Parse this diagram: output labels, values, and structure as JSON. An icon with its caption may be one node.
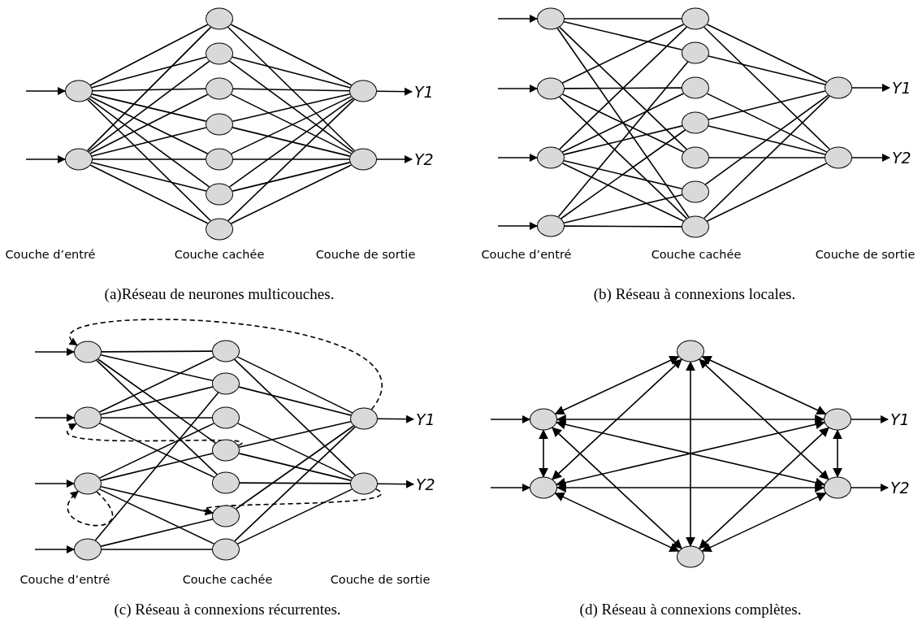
{
  "diagram": {
    "nodes": [
      {
        "text": [],
        "shape": "circle"
      },
      {
        "text": [],
        "shape": "circle"
      },
      {
        "text": [],
        "shape": "circle"
      },
      {
        "text": [],
        "shape": "circle"
      },
      {
        "text": [],
        "shape": "circle"
      },
      {
        "text": [],
        "shape": "circle"
      },
      {
        "text": [],
        "shape": "circle"
      },
      {
        "text": [],
        "shape": "circle"
      },
      {
        "text": [],
        "shape": "circle"
      },
      {
        "text": [],
        "shape": "circle"
      },
      {
        "text": [],
        "shape": "circle"
      },
      {
        "text": [
          "Y1"
        ]
      },
      {
        "text": [
          "Y2"
        ]
      },
      {
        "text": [],
        "shape": "circle"
      },
      {
        "text": [],
        "shape": "circle"
      },
      {
        "text": [],
        "shape": "circle"
      },
      {
        "text": [],
        "shape": "circle"
      },
      {
        "text": [],
        "shape": "circle"
      },
      {
        "text": [],
        "shape": "circle"
      },
      {
        "text": [],
        "shape": "circle"
      },
      {
        "text": [],
        "shape": "circle"
      },
      {
        "text": [],
        "shape": "circle"
      },
      {
        "text": [],
        "shape": "circle"
      },
      {
        "text": [],
        "shape": "circle"
      },
      {
        "text": [],
        "shape": "circle"
      },
      {
        "text": [],
        "shape": "circle"
      },
      {
        "text": [
          "Y1"
        ]
      },
      {
        "text": [
          "Y2"
        ]
      },
      {
        "text": [],
        "shape": "circle"
      },
      {
        "text": [],
        "shape": "circle"
      },
      {
        "text": [],
        "shape": "circle"
      },
      {
        "text": [],
        "shape": "circle"
      },
      {
        "text": [],
        "shape": "circle"
      },
      {
        "text": [],
        "shape": "circle"
      },
      {
        "text": [],
        "shape": "circle"
      },
      {
        "text": [],
        "shape": "circle"
      },
      {
        "text": [],
        "shape": "circle"
      },
      {
        "text": [],
        "shape": "circle"
      },
      {
        "text": [],
        "shape": "circle"
      },
      {
        "text": [],
        "shape": "circle"
      },
      {
        "text": [],
        "shape": "circle"
      },
      {
        "text": [
          "Y1"
        ]
      },
      {
        "text": [
          "Y2"
        ]
      },
      {
        "text": [],
        "shape": "circle"
      },
      {
        "text": [],
        "shape": "circle"
      },
      {
        "text": [],
        "shape": "circle"
      },
      {
        "text": [
          "Y1"
        ]
      },
      {
        "text": [],
        "shape": "circle"
      },
      {
        "text": [],
        "shape": "circle"
      },
      {
        "text": [
          "Y2"
        ]
      },
      {
        "text": [],
        "shape": "circle"
      }
    ],
    "edges": [
      {
        "from": null,
        "to": 0,
        "arrow": "to"
      },
      {
        "from": null,
        "to": 1,
        "arrow": "to"
      },
      {
        "from": 0,
        "to": 2,
        "arrow": "none"
      },
      {
        "from": 0,
        "to": 3,
        "arrow": "none"
      },
      {
        "from": 0,
        "to": 4,
        "arrow": "none"
      },
      {
        "from": 0,
        "to": 5,
        "arrow": "none"
      },
      {
        "from": 0,
        "to": 6,
        "arrow": "none"
      },
      {
        "from": 0,
        "to": 7,
        "arrow": "none"
      },
      {
        "from": 0,
        "to": 8,
        "arrow": "none"
      },
      {
        "from": 1,
        "to": 2,
        "arrow": "none"
      },
      {
        "from": 1,
        "to": 3,
        "arrow": "none"
      },
      {
        "from": 1,
        "to": 4,
        "arrow": "none"
      },
      {
        "from": 1,
        "to": 5,
        "arrow": "none"
      },
      {
        "from": 1,
        "to": 6,
        "arrow": "none"
      },
      {
        "from": 1,
        "to": 7,
        "arrow": "none"
      },
      {
        "from": 1,
        "to": 8,
        "arrow": "none"
      },
      {
        "from": 2,
        "to": 9,
        "arrow": "none"
      },
      {
        "from": 2,
        "to": 10,
        "arrow": "none"
      },
      {
        "from": 3,
        "to": 9,
        "arrow": "none"
      },
      {
        "from": 3,
        "to": 10,
        "arrow": "none"
      },
      {
        "from": 4,
        "to": 9,
        "arrow": "none"
      },
      {
        "from": 4,
        "to": 10,
        "arrow": "none"
      },
      {
        "from": 5,
        "to": 9,
        "arrow": "none"
      },
      {
        "from": 5,
        "to": 10,
        "arrow": "none"
      },
      {
        "from": 6,
        "to": 9,
        "arrow": "none"
      },
      {
        "from": 6,
        "to": 10,
        "arrow": "none"
      },
      {
        "from": 7,
        "to": 9,
        "arrow": "none"
      },
      {
        "from": 7,
        "to": 10,
        "arrow": "none"
      },
      {
        "from": 8,
        "to": 9,
        "arrow": "none"
      },
      {
        "from": 8,
        "to": 10,
        "arrow": "none"
      },
      {
        "from": 9,
        "to": 11,
        "arrow": "to"
      },
      {
        "from": 10,
        "to": 12,
        "arrow": "to"
      },
      {
        "from": null,
        "to": 13,
        "arrow": "to"
      },
      {
        "from": null,
        "to": 14,
        "arrow": "to"
      },
      {
        "from": null,
        "to": 15,
        "arrow": "to"
      },
      {
        "from": null,
        "to": 16,
        "arrow": "to"
      },
      {
        "from": 13,
        "to": 17,
        "arrow": "none"
      },
      {
        "from": 13,
        "to": 18,
        "arrow": "none"
      },
      {
        "from": 13,
        "to": 21,
        "arrow": "none"
      },
      {
        "from": 13,
        "to": 23,
        "arrow": "none"
      },
      {
        "from": 14,
        "to": 17,
        "arrow": "none"
      },
      {
        "from": 14,
        "to": 19,
        "arrow": "none"
      },
      {
        "from": 14,
        "to": 21,
        "arrow": "none"
      },
      {
        "from": 14,
        "to": 23,
        "arrow": "none"
      },
      {
        "from": 15,
        "to": 17,
        "arrow": "none"
      },
      {
        "from": 15,
        "to": 19,
        "arrow": "none"
      },
      {
        "from": 15,
        "to": 20,
        "arrow": "none"
      },
      {
        "from": 15,
        "to": 22,
        "arrow": "none"
      },
      {
        "from": 15,
        "to": 23,
        "arrow": "none"
      },
      {
        "from": 16,
        "to": 18,
        "arrow": "none"
      },
      {
        "from": 16,
        "to": 20,
        "arrow": "none"
      },
      {
        "from": 16,
        "to": 22,
        "arrow": "none"
      },
      {
        "from": 16,
        "to": 23,
        "arrow": "none"
      },
      {
        "from": 17,
        "to": 24,
        "arrow": "none"
      },
      {
        "from": 17,
        "to": 25,
        "arrow": "none"
      },
      {
        "from": 18,
        "to": 24,
        "arrow": "none"
      },
      {
        "from": 19,
        "to": 25,
        "arrow": "none"
      },
      {
        "from": 20,
        "to": 24,
        "arrow": "none"
      },
      {
        "from": 20,
        "to": 25,
        "arrow": "none"
      },
      {
        "from": 21,
        "to": 25,
        "arrow": "none"
      },
      {
        "from": 22,
        "to": 24,
        "arrow": "none"
      },
      {
        "from": 23,
        "to": 24,
        "arrow": "none"
      },
      {
        "from": 23,
        "to": 25,
        "arrow": "none"
      },
      {
        "from": 24,
        "to": 26,
        "arrow": "to"
      },
      {
        "from": 25,
        "to": 27,
        "arrow": "to"
      },
      {
        "from": null,
        "to": 28,
        "arrow": "to"
      },
      {
        "from": null,
        "to": 29,
        "arrow": "to"
      },
      {
        "from": null,
        "to": 30,
        "arrow": "to"
      },
      {
        "from": null,
        "to": 31,
        "arrow": "to"
      },
      {
        "from": 28,
        "to": 32,
        "arrow": "none"
      },
      {
        "from": 28,
        "to": 33,
        "arrow": "none"
      },
      {
        "from": 28,
        "to": 35,
        "arrow": "none"
      },
      {
        "from": 28,
        "to": 36,
        "arrow": "none"
      },
      {
        "from": 29,
        "to": 32,
        "arrow": "none"
      },
      {
        "from": 29,
        "to": 33,
        "arrow": "none"
      },
      {
        "from": 29,
        "to": 34,
        "arrow": "none"
      },
      {
        "from": 29,
        "to": 36,
        "arrow": "none"
      },
      {
        "from": 30,
        "to": 34,
        "arrow": "none"
      },
      {
        "from": 30,
        "to": 35,
        "arrow": "none"
      },
      {
        "from": 30,
        "to": 38,
        "arrow": "none"
      },
      {
        "from": 31,
        "to": 33,
        "arrow": "none"
      },
      {
        "from": 31,
        "to": 37,
        "arrow": "none"
      },
      {
        "from": 31,
        "to": 38,
        "arrow": "none"
      },
      {
        "from": 32,
        "to": 39,
        "arrow": "none"
      },
      {
        "from": 32,
        "to": 40,
        "arrow": "none"
      },
      {
        "from": 33,
        "to": 39,
        "arrow": "none"
      },
      {
        "from": 34,
        "to": 40,
        "arrow": "none"
      },
      {
        "from": 35,
        "to": 39,
        "arrow": "none"
      },
      {
        "from": 35,
        "to": 40,
        "arrow": "none"
      },
      {
        "from": 36,
        "to": 40,
        "arrow": "none"
      },
      {
        "from": 37,
        "to": 39,
        "arrow": "none"
      },
      {
        "from": 38,
        "to": 39,
        "arrow": "none"
      },
      {
        "from": 38,
        "to": 40,
        "arrow": "none"
      },
      {
        "from": 39,
        "to": 41,
        "arrow": "to"
      },
      {
        "from": 40,
        "to": 42,
        "arrow": "to"
      },
      {
        "from": 39,
        "to": 28,
        "arrow": "to",
        "style": "dashed"
      },
      {
        "from": 35,
        "to": 29,
        "arrow": "to",
        "style": "dashed"
      },
      {
        "from": 30,
        "to": 30,
        "arrow": "to",
        "style": "dashed"
      },
      {
        "from": 30,
        "to": 37,
        "arrow": "to"
      },
      {
        "from": 40,
        "to": 37,
        "arrow": "to",
        "style": "dashed"
      },
      {
        "from": null,
        "to": 44,
        "arrow": "to"
      },
      {
        "from": null,
        "to": 47,
        "arrow": "to"
      },
      {
        "from": 45,
        "to": 46,
        "arrow": "to"
      },
      {
        "from": 48,
        "to": 49,
        "arrow": "to"
      },
      {
        "from": 44,
        "to": 43,
        "arrow": "both"
      },
      {
        "from": 45,
        "to": 43,
        "arrow": "both"
      },
      {
        "from": 47,
        "to": 43,
        "arrow": "both"
      },
      {
        "from": 48,
        "to": 43,
        "arrow": "both"
      },
      {
        "from": 50,
        "to": 43,
        "arrow": "both"
      },
      {
        "from": 44,
        "to": 45,
        "arrow": "both"
      },
      {
        "from": 44,
        "to": 47,
        "arrow": "both"
      },
      {
        "from": 44,
        "to": 48,
        "arrow": "both"
      },
      {
        "from": 44,
        "to": 50,
        "arrow": "both"
      },
      {
        "from": 45,
        "to": 47,
        "arrow": "both"
      },
      {
        "from": 45,
        "to": 48,
        "arrow": "both"
      },
      {
        "from": 45,
        "to": 50,
        "arrow": "both"
      },
      {
        "from": 47,
        "to": 48,
        "arrow": "both"
      },
      {
        "from": 47,
        "to": 50,
        "arrow": "both"
      },
      {
        "from": 48,
        "to": 50,
        "arrow": "both"
      }
    ],
    "labels": [
      "Couche d’entré",
      "Couche cachée",
      "Couche de sortie",
      "Couche d’entré",
      "Couche cachée",
      "Couche de sortie",
      "(a)Réseau de neurones multicouches.",
      "(b) Réseau à connexions locales.",
      "Couche d’entré",
      "Couche cachée",
      "Couche de sortie",
      "(c) Réseau à connexions récurrentes.",
      "(d) Réseau à connexions complètes."
    ]
  }
}
